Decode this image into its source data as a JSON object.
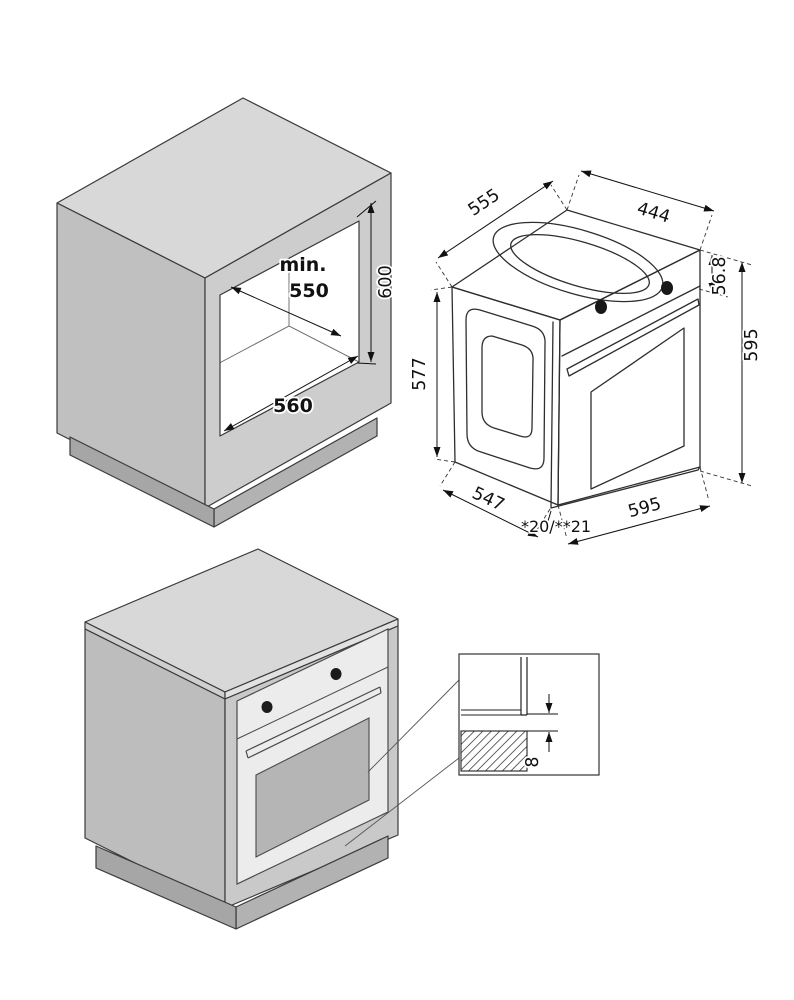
{
  "views": {
    "niche": {
      "depth_prefix": "min.",
      "depth_value": "550",
      "height": "600",
      "width": "560"
    },
    "oven": {
      "top_depth": "555",
      "top_width": "444",
      "body_height": "577",
      "body_depth": "547",
      "front_width": "595",
      "front_height": "595",
      "panel_height": "56.8",
      "protrusion": "*20/**21"
    },
    "detail": {
      "gap": "8"
    }
  },
  "colors": {
    "line": "#3a3a3a",
    "cabinet_top": "#d8d8d8",
    "cabinet_left": "#c0c0c0",
    "cabinet_front": "#cdcdcd",
    "plinth": "#b2b2b2",
    "door_window": "#b5b5b5",
    "oven_body": "#ffffff"
  }
}
